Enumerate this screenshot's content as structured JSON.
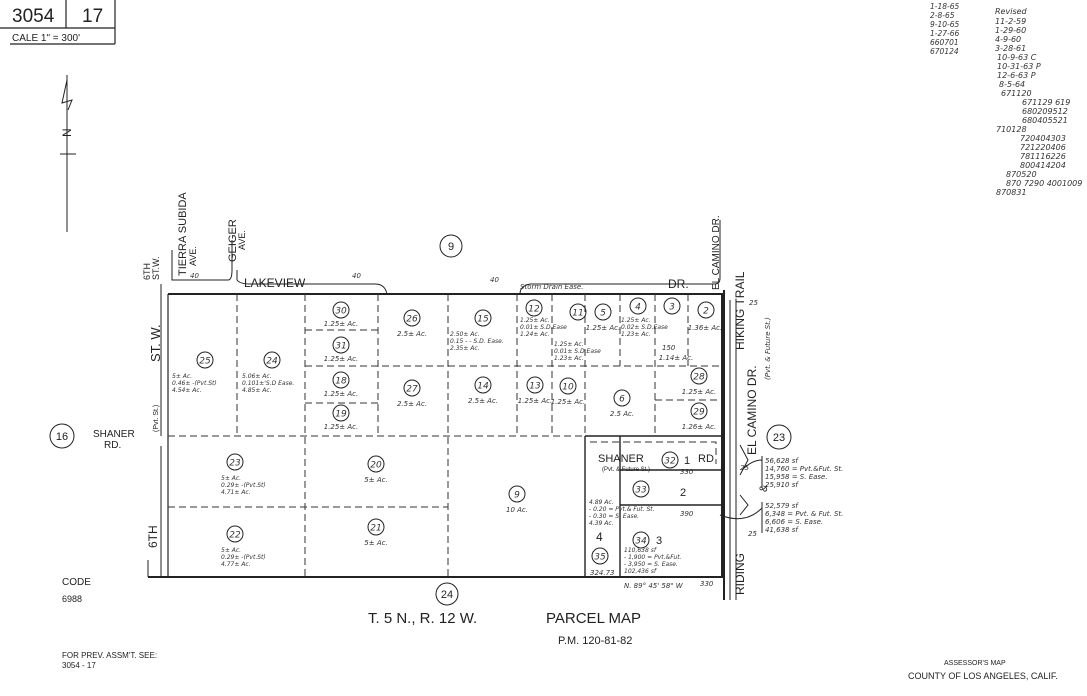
{
  "header": {
    "book": "3054",
    "page": "17",
    "scale": "CALE 1\" = 300'"
  },
  "north_arrow": {
    "label": "N"
  },
  "revisions": {
    "left": [
      "1-18-65",
      "2-8-65",
      "9-10-65",
      "1-27-66",
      "660701",
      "670124"
    ],
    "right_title": "Revised",
    "right": [
      "11-2-59",
      "1-29-60",
      "4-9-60",
      "3-28-61",
      "10-9-63 C",
      "10-31-63 P",
      "12-6-63 P",
      "8-5-64",
      "671120",
      "671129 619",
      "680209512",
      "680405521",
      "710128",
      "720404303",
      "721220406",
      "781116226",
      "800414204",
      "870520",
      "870 7290 4001009",
      "870831"
    ]
  },
  "streets": {
    "lakeview": "LAKEVIEW",
    "dr": "DR.",
    "tierra_subida": "TIERRA SUBIDA",
    "tierra_ave": "AVE.",
    "geiger": "GEIGER",
    "geiger_ave": "AVE.",
    "sixth_top": "6TH",
    "sixth_top2": "ST.W.",
    "st_w": "ST. W.",
    "sixth_bottom": "6TH",
    "shaner": "SHANER",
    "shaner_rd": "RD.",
    "shaner_inner": "SHANER",
    "shaner_inner_note": "(Pvt. & Future St.)",
    "shaner_inner_rd": "RD",
    "el_camino_top": "EL CAMINO DR.",
    "hiking_trail": "HIKING TRAIL",
    "el_camino_dr": "EL CAMINO DR.",
    "el_camino_note": "(Pvt. & Future St.)",
    "riding": "RIDING",
    "amp": "&",
    "pvt_st": "(Pvt. St.)",
    "storm_drain": "Storm Drain Ease."
  },
  "map_books": [
    "9",
    "16",
    "23",
    "24"
  ],
  "parcels": [
    {
      "no": "25",
      "area": [
        "5± Ac.",
        "0.46± -(Pvt.St)",
        "4.54± Ac."
      ]
    },
    {
      "no": "24",
      "area": [
        "5.06± Ac.",
        "0.101±'S.D Ease.",
        "4.85± Ac."
      ]
    },
    {
      "no": "30",
      "area": [
        "1.25± Ac."
      ]
    },
    {
      "no": "31",
      "area": [
        "1.25± Ac."
      ]
    },
    {
      "no": "18",
      "area": [
        "1.25± Ac."
      ]
    },
    {
      "no": "19",
      "area": [
        "1.25± Ac."
      ]
    },
    {
      "no": "26",
      "area": [
        "2.5± Ac."
      ]
    },
    {
      "no": "27",
      "area": [
        "2.5± Ac."
      ]
    },
    {
      "no": "15",
      "area": [
        "2.50± Ac.",
        "0.15 - - S.D. Ease.",
        "2.35± Ac."
      ]
    },
    {
      "no": "14",
      "area": [
        "2.5± Ac."
      ]
    },
    {
      "no": "12",
      "area": [
        "1.25± Ac.",
        "0.01± S.D.Ease",
        "1.24± Ac."
      ]
    },
    {
      "no": "11",
      "area": [
        "1.25± Ac.",
        "0.01± S.D.Ease",
        "1.23± Ac."
      ]
    },
    {
      "no": "13",
      "area": [
        "1.25± Ac."
      ]
    },
    {
      "no": "10",
      "area": [
        "1.25± Ac."
      ]
    },
    {
      "no": "5",
      "area": [
        "1.25± Ac."
      ]
    },
    {
      "no": "4",
      "area": [
        "1.25± Ac.",
        "0.02± S.D.Ease",
        "1.23± Ac."
      ]
    },
    {
      "no": "3",
      "area": [
        "1.14± Ac."
      ]
    },
    {
      "no": "2",
      "area": [
        "1.36± Ac."
      ]
    },
    {
      "no": "6",
      "area": [
        "2.5 Ac."
      ]
    },
    {
      "no": "28",
      "area": [
        "1.25± Ac."
      ]
    },
    {
      "no": "29",
      "area": [
        "1.26± Ac."
      ]
    },
    {
      "no": "23",
      "area": [
        "5± Ac.",
        "0.29± -(Pvt.St)",
        "4.71± Ac."
      ]
    },
    {
      "no": "22",
      "area": [
        "5± Ac.",
        "0.29± -(Pvt.St)",
        "4.77± Ac."
      ]
    },
    {
      "no": "20",
      "area": [
        "5± Ac."
      ]
    },
    {
      "no": "21",
      "area": [
        "5± Ac."
      ]
    },
    {
      "no": "9",
      "area": [
        "10 Ac."
      ]
    },
    {
      "no": "35",
      "area": [
        "4.89 Ac.",
        "- 0.20 = Pvt.& Fut. St.",
        "- 0.30 = S. Ease.",
        "4.39 Ac."
      ]
    },
    {
      "no": "32",
      "area": []
    },
    {
      "no": "33",
      "area": []
    },
    {
      "no": "34",
      "area": [
        "110,638 sf",
        "- 1,900 = Pvt.&Fut.",
        "- 3,950 = S. Ease.",
        "102,436 sf"
      ]
    }
  ],
  "lot_numbers": [
    "1",
    "2",
    "3",
    "4"
  ],
  "dimensions": {
    "d150": "150",
    "d330a": "330",
    "d330b": "330",
    "d390": "390",
    "d324": "324.73",
    "bearing": "N. 89° 45' 58\" W",
    "d25a": "25",
    "d25b": "25",
    "d25c": "25",
    "d40a": "40",
    "d40b": "40",
    "d40c": "40"
  },
  "annotations": {
    "easement1": [
      "56,628 sf",
      "14,760 = Pvt.&Fut. St.",
      "15,958 = S. Ease.",
      "25,910 sf"
    ],
    "easement2": [
      "52,579 sf",
      "6,348 = Pvt. & Fut. St.",
      "6,606 = S. Ease.",
      "41,638 sf"
    ]
  },
  "footer": {
    "code_label": "CODE",
    "code": "6988",
    "township": "T. 5 N., R. 12 W.",
    "map_type": "PARCEL MAP",
    "pm": "P.M. 120-81-82",
    "prev_label": "FOR PREV. ASSM'T. SEE:",
    "prev": "3054 - 17",
    "assessor": "ASSESSOR'S MAP",
    "county": "COUNTY OF LOS ANGELES, CALIF."
  }
}
